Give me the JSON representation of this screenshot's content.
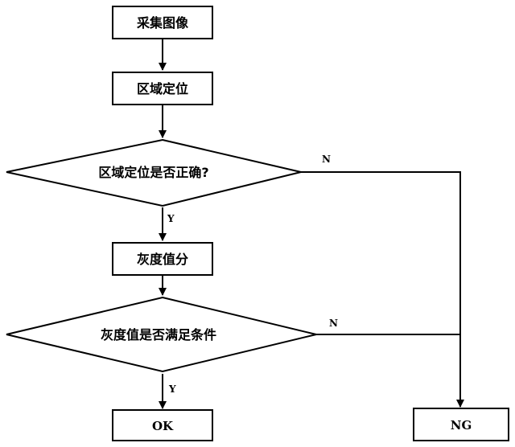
{
  "flowchart": {
    "nodes": {
      "capture_image": "采集图像",
      "region_locate": "区域定位",
      "locate_check": "区域定位是否正确?",
      "gray_score": "灰度值分",
      "gray_check": "灰度值是否满足条件",
      "ok_result": "OK",
      "ng_result": "NG"
    },
    "edge_labels": {
      "locate_yes": "Y",
      "locate_no": "N",
      "gray_yes": "Y",
      "gray_no": "N"
    }
  }
}
